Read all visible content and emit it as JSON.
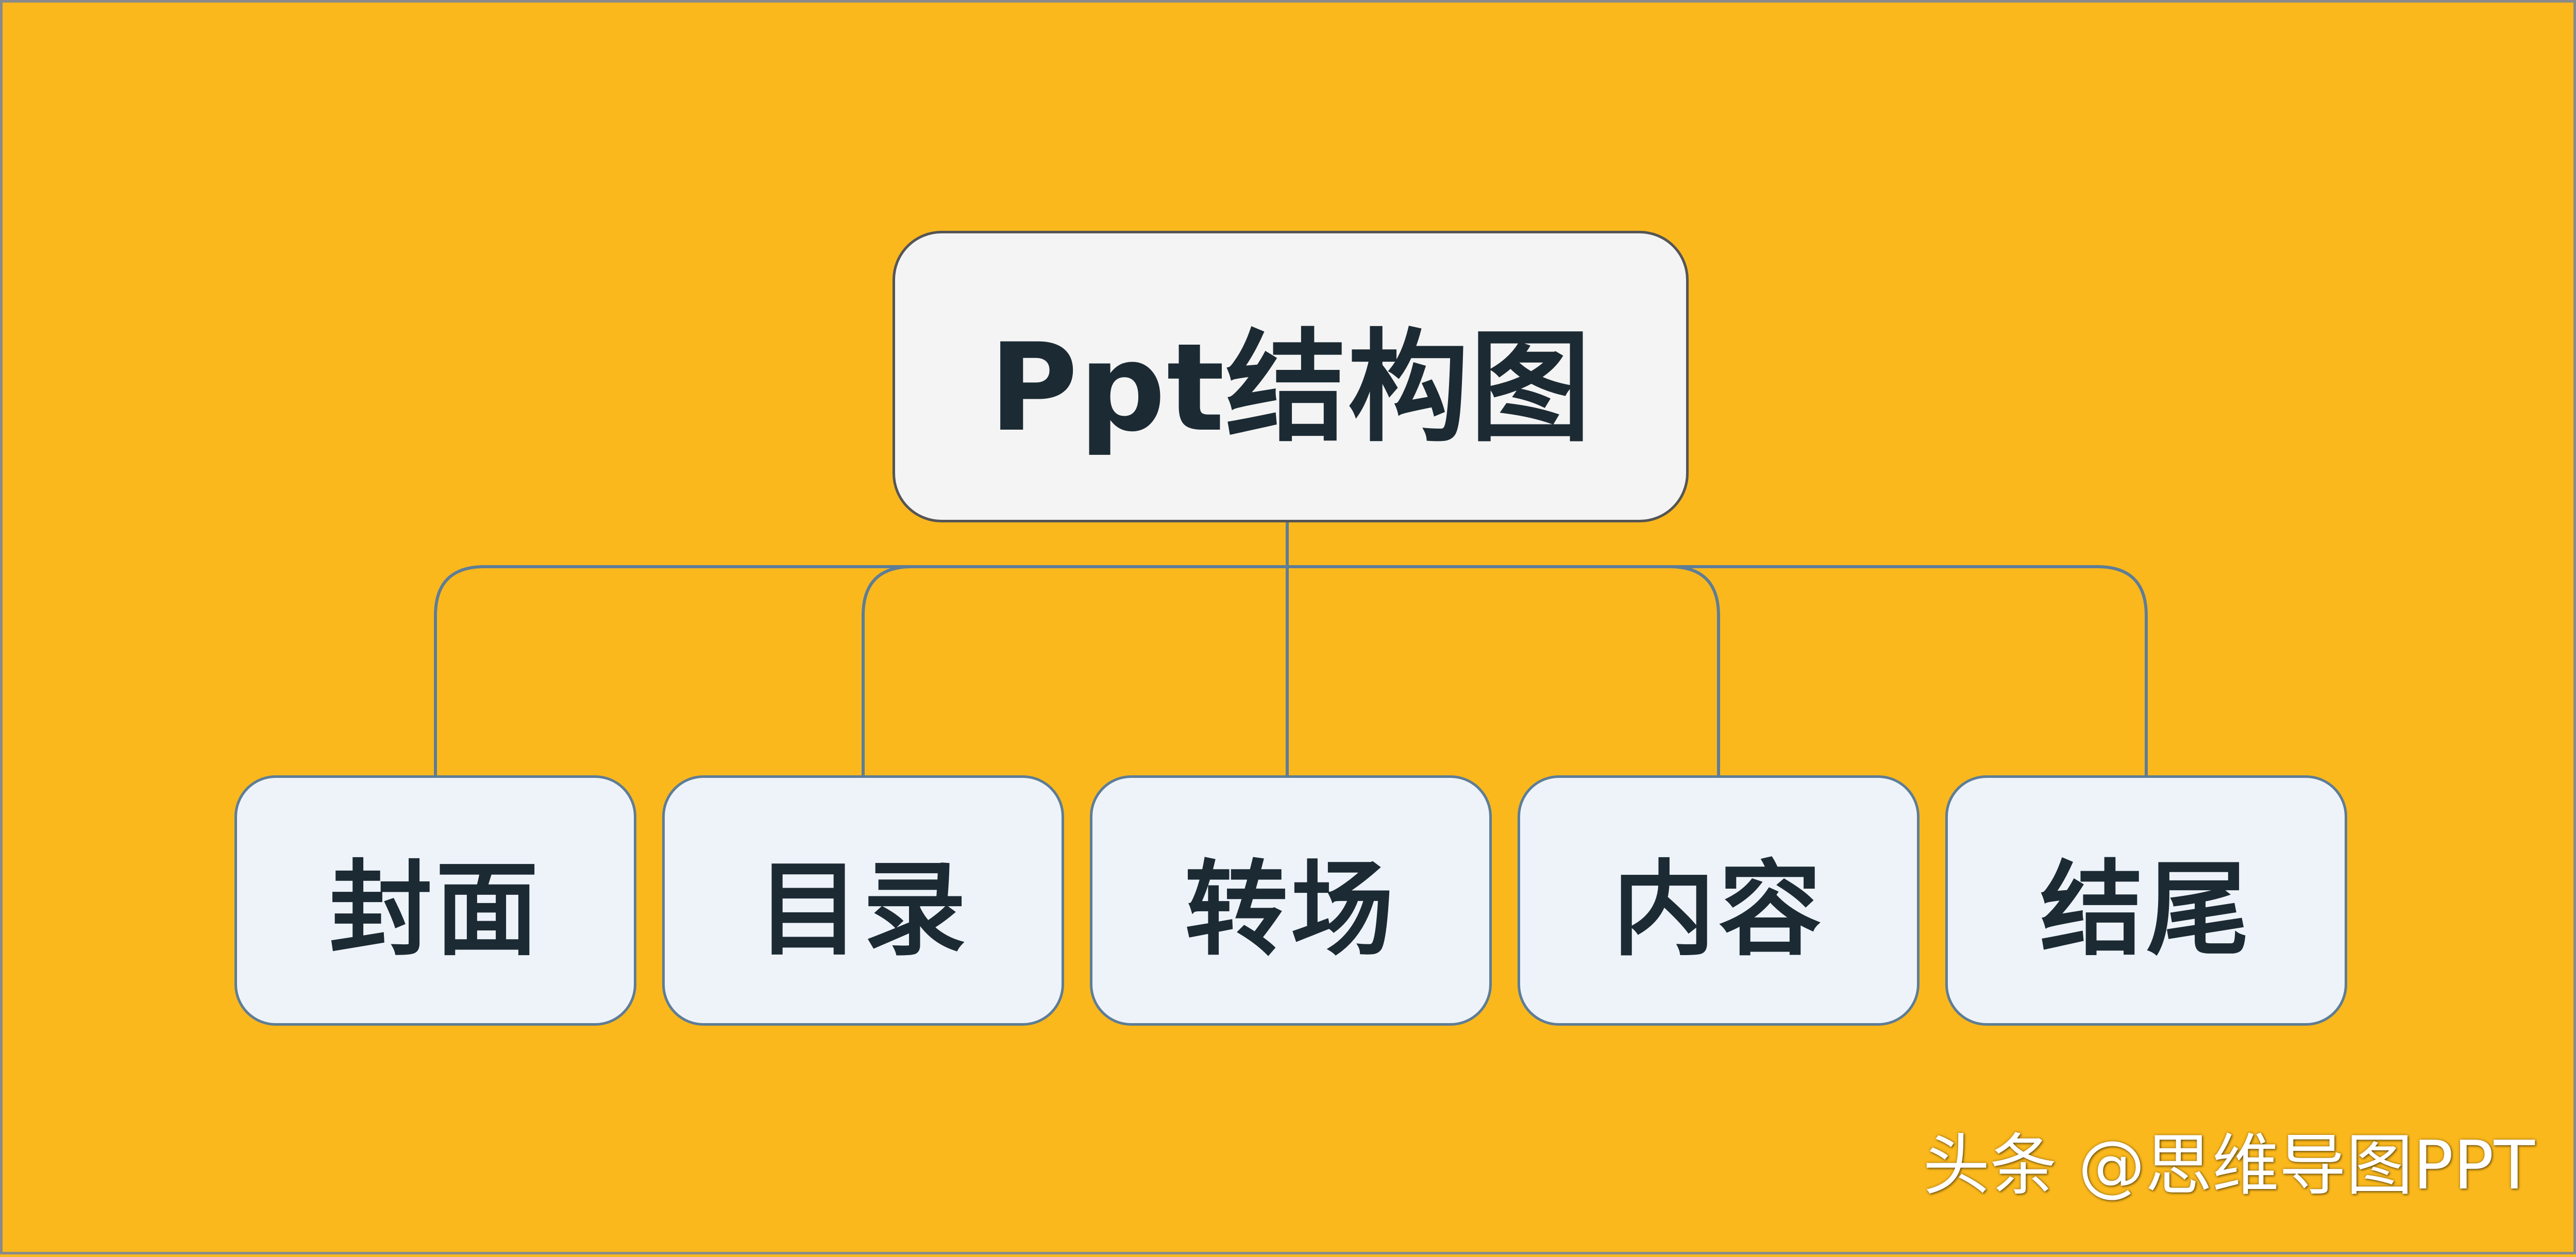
{
  "diagram": {
    "root": {
      "label": "Ppt结构图"
    },
    "children": [
      {
        "label": "封面"
      },
      {
        "label": "目录"
      },
      {
        "label": "转场"
      },
      {
        "label": "内容"
      },
      {
        "label": "结尾"
      }
    ]
  },
  "watermark": {
    "text": "头条 @思维导图PPT"
  },
  "colors": {
    "background": "#FAB81D",
    "root_fill": "#F4F4F4",
    "child_fill": "#EEF3FA",
    "connector": "#5E7D96",
    "text": "#1C2A33"
  }
}
